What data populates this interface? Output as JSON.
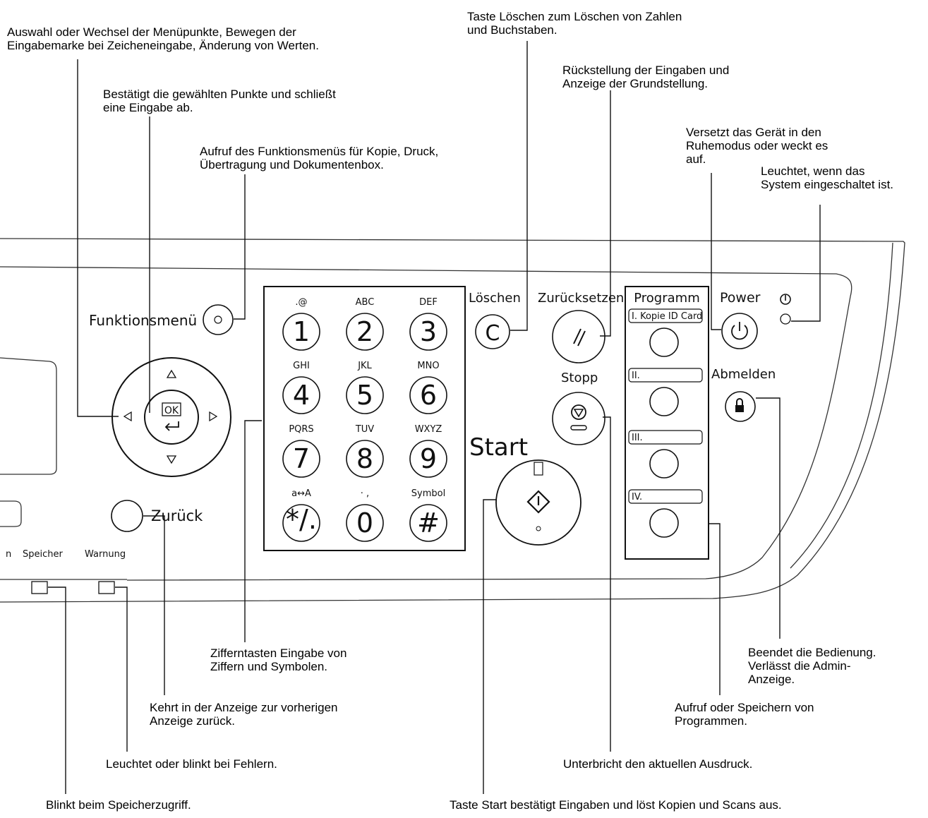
{
  "annotations": {
    "nav": [
      "Auswahl oder Wechsel der Menüpunkte, Bewegen der",
      "Eingabemarke bei Zeicheneingabe, Änderung von Werten."
    ],
    "ok": [
      "Bestätigt die gewählten Punkte und schließt",
      "eine Eingabe ab."
    ],
    "funktion": [
      "Aufruf des Funktionsmenüs für Kopie, Druck,",
      "Übertragung und Dokumentenbox."
    ],
    "loeschen": [
      "Taste Löschen zum Löschen von Zahlen",
      "und Buchstaben."
    ],
    "reset": [
      "Rückstellung der Eingaben und",
      "Anzeige der Grundstellung."
    ],
    "power": [
      "Versetzt das Gerät in den",
      "Ruhemodus oder weckt es",
      "auf."
    ],
    "led": [
      "Leuchtet, wenn das",
      "System eingeschaltet ist."
    ],
    "ziffern": [
      "Zifferntasten Eingabe von",
      "Ziffern und Symbolen."
    ],
    "zurueck": [
      "Kehrt in der Anzeige zur vorherigen",
      "Anzeige zurück."
    ],
    "warnung": [
      "Leuchtet oder blinkt bei Fehlern."
    ],
    "speicher": [
      "Blinkt beim Speicherzugriff."
    ],
    "abmelden": [
      "Beendet die Bedienung.",
      "Verlässt die Admin-",
      "Anzeige."
    ],
    "programm": [
      "Aufruf oder Speichern von",
      "Programmen."
    ],
    "stopp": [
      "Unterbricht den aktuellen Ausdruck."
    ],
    "start": [
      "Taste Start bestätigt Eingaben und löst Kopien und Scans aus."
    ]
  },
  "panel": {
    "funktionsmenu": "Funktionsmenü",
    "ok": "OK",
    "zurueck": "Zurück",
    "speicher": "Speicher",
    "warnung": "Warnung",
    "speicher_prefix": "n",
    "loeschen": "Löschen",
    "clear_key": "C",
    "zuruecksetzen": "Zurücksetzen",
    "stopp": "Stopp",
    "start": "Start",
    "programm": "Programm",
    "program_slots": [
      "I. Kopie ID Card",
      "II.",
      "III.",
      "IV."
    ],
    "power": "Power",
    "abmelden": "Abmelden",
    "keypad": [
      {
        "sub": ".@",
        "key": "1"
      },
      {
        "sub": "ABC",
        "key": "2"
      },
      {
        "sub": "DEF",
        "key": "3"
      },
      {
        "sub": "GHI",
        "key": "4"
      },
      {
        "sub": "JKL",
        "key": "5"
      },
      {
        "sub": "MNO",
        "key": "6"
      },
      {
        "sub": "PQRS",
        "key": "7"
      },
      {
        "sub": "TUV",
        "key": "8"
      },
      {
        "sub": "WXYZ",
        "key": "9"
      },
      {
        "sub": "a↔A",
        "key": "*/."
      },
      {
        "sub": "· ,",
        "key": "0"
      },
      {
        "sub": "Symbol",
        "key": "#"
      }
    ]
  },
  "icons": [
    "arrow-up-icon",
    "arrow-down-icon",
    "arrow-left-icon",
    "arrow-right-icon",
    "enter-icon",
    "reset-icon",
    "stop-icon",
    "start-icon",
    "power-icon",
    "lock-icon",
    "power-indicator-icon"
  ]
}
